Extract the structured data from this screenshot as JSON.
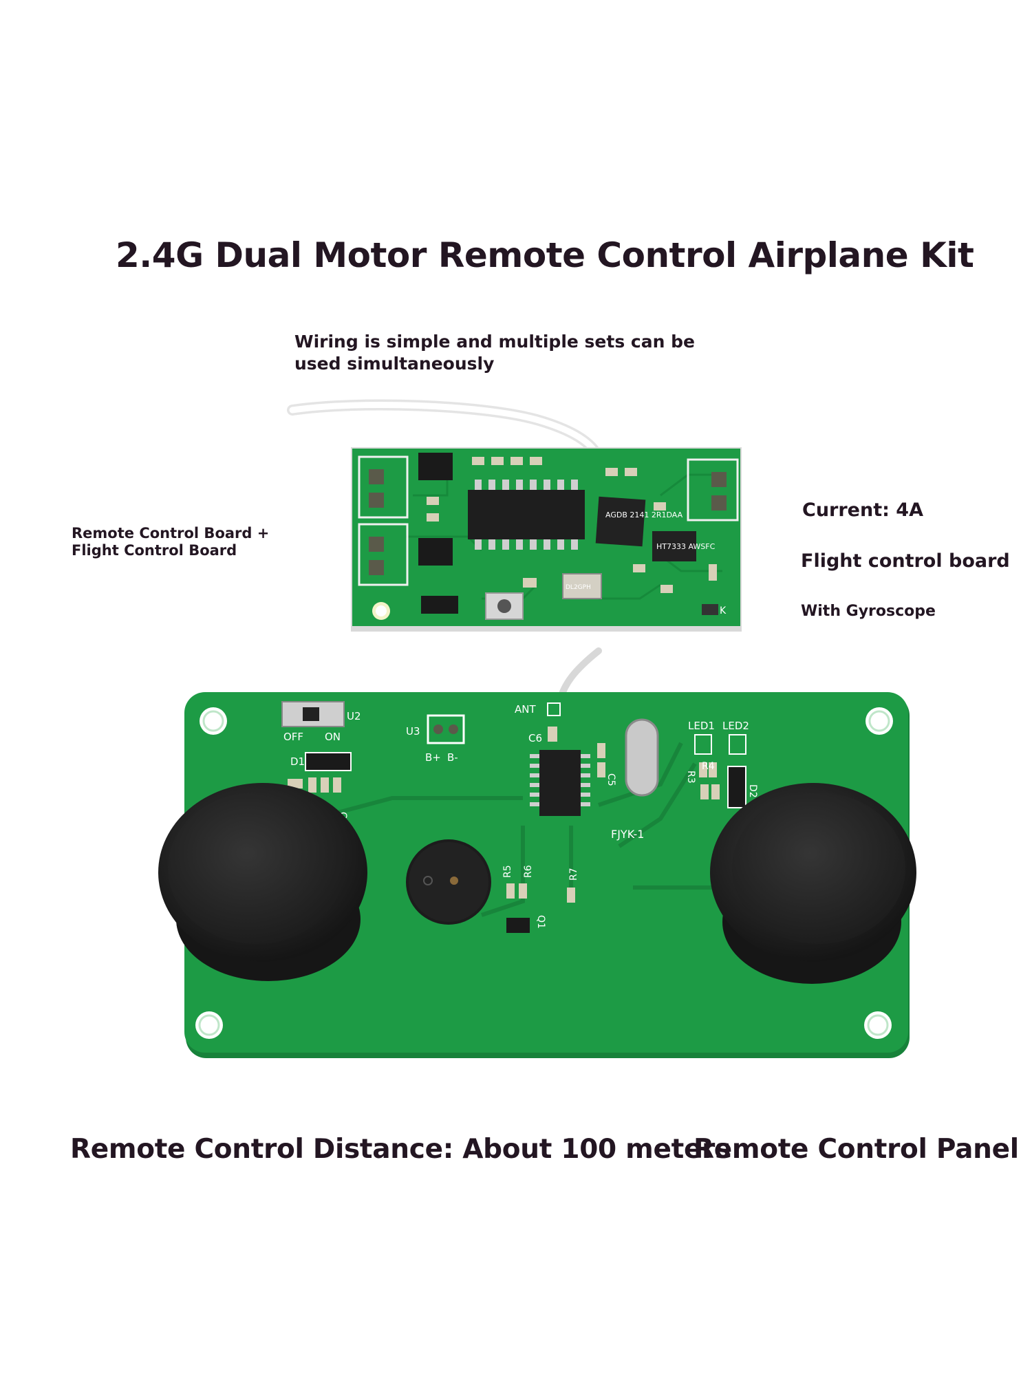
{
  "title": "2.4G Dual Motor Remote Control Airplane Kit",
  "wiring_note": "Wiring is simple and multiple sets can be used simultaneously",
  "board_label": "Remote Control Board + Flight Control Board",
  "specs": {
    "current": "Current: 4A",
    "flight_board": "Flight control board",
    "gyroscope": "With Gyroscope"
  },
  "footer": {
    "distance": "Remote Control Distance: About 100 meters",
    "panel": "Remote Control Panel"
  },
  "pcb_silkscreen": {
    "chip1": "AGDB 2141 2R1DAA",
    "regulator": "HT7333 AWSFC",
    "crystal": "DL2GPH",
    "panel_id": "FJYK-1",
    "ant": "ANT",
    "off": "OFF",
    "on": "ON",
    "u2": "U2",
    "u3": "U3",
    "bplus": "B+",
    "bminus": "B-",
    "c6": "C6",
    "d1": "D1",
    "c3": "C3",
    "c5": "C5",
    "led1": "LED1",
    "led2": "LED2",
    "r3": "R3",
    "r4": "R4",
    "d2": "D2",
    "r5": "R5",
    "r6": "R6",
    "r7": "R7",
    "q1": "Q1",
    "k": "K"
  },
  "colors": {
    "pcb_green": "#1d9b45",
    "pcb_trace": "#18843a",
    "text": "#231622",
    "joystick": "#2a2a2a"
  }
}
